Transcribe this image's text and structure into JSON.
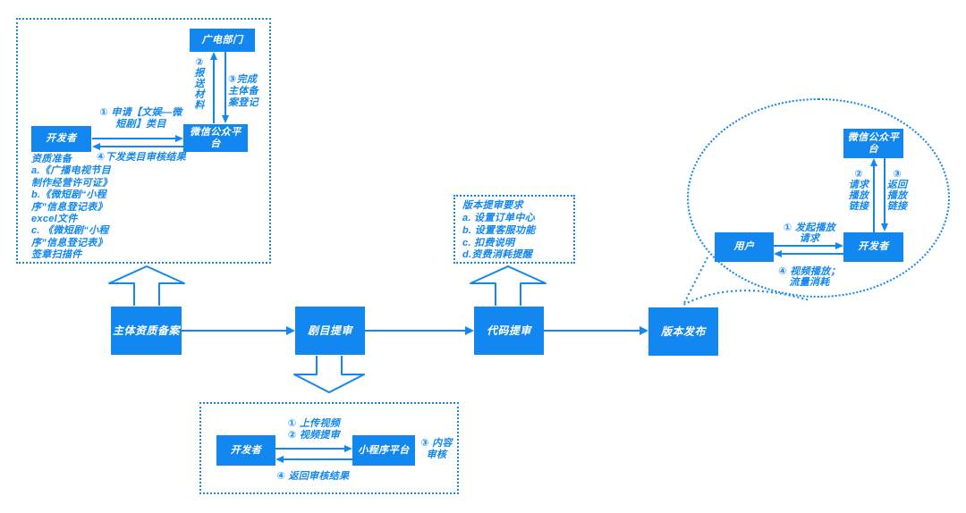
{
  "colors": {
    "accent": "#1287F0",
    "box_text": "#FFFFFF",
    "canvas": "#FFFFFF"
  },
  "qualification": {
    "gov": "广电部门",
    "wechat": "微信公众平\n台",
    "dev": "开发者",
    "submit_label": "②\n报\n送\n材\n料",
    "complete_label": "③完成\n主体备\n案登记",
    "apply_label": "① 申请【文娱—微\n短剧】类目",
    "result_label": "④下发类目审核结果",
    "notes": "资质准备\na.《广播电视节目\n制作经营许可证》\nb.《微短剧“小程\n序”信息登记表》\nexcel文件\nc. 《微短剧“小程\n序”信息登记表》\n签章扫描件"
  },
  "flow": {
    "steps": [
      "主体资质备案",
      "剧目提审",
      "代码提审",
      "版本发布"
    ]
  },
  "version_requirements": {
    "title": "版本提审要求",
    "items": "a. 设置订单中心\nb. 设置客服功能\nc. 扣费说明\nd.资费消耗提醒"
  },
  "playback": {
    "user": "用户",
    "dev": "开发者",
    "wechat": "微信公众平\n台",
    "request_label": "① 发起播放\n请求",
    "play_label": "④ 视频播放；\n流量消耗",
    "get_link_label": "②\n请求\n播放\n链接",
    "return_link_label": "③\n返回\n播放\n链接"
  },
  "content_review": {
    "dev": "开发者",
    "platform": "小程序平台",
    "upload_label": "① 上传视频\n② 视频提审",
    "result_label": "④ 返回审核结果",
    "review_label": "③ 内容\n审核"
  }
}
